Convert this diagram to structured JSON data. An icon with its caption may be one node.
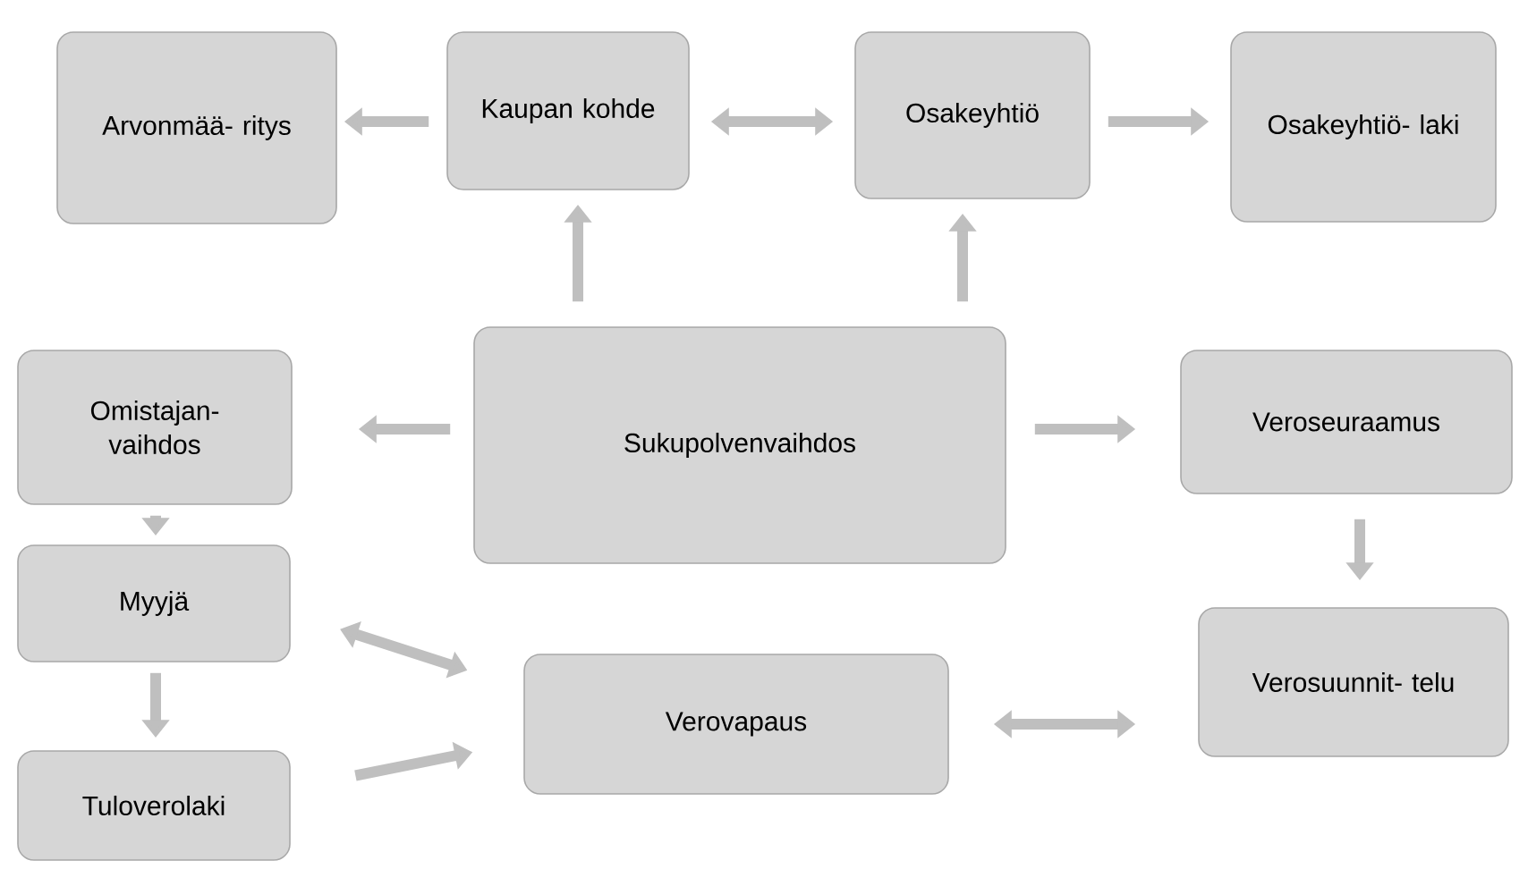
{
  "diagram": {
    "nodes": [
      {
        "text": [
          "Arvonmää- ritys"
        ]
      },
      {
        "text": [
          "Kaupan kohde"
        ]
      },
      {
        "text": [
          "Osakeyhtiö"
        ]
      },
      {
        "text": [
          "Osakeyhtiö- laki"
        ]
      },
      {
        "text": [
          "Omistajan- vaihdos"
        ]
      },
      {
        "text": [
          "Sukupolvenvaihdos"
        ]
      },
      {
        "text": [
          "Veroseuraamus"
        ]
      },
      {
        "text": [
          "Myyjä"
        ]
      },
      {
        "text": [
          "Verovapaus"
        ]
      },
      {
        "text": [
          "Verosuunnit- telu"
        ]
      },
      {
        "text": [
          "Tuloverolaki"
        ]
      }
    ],
    "edges": [
      {
        "from": 1,
        "to": 0,
        "arrow": "to"
      },
      {
        "from": 1,
        "to": 2,
        "arrow": "both"
      },
      {
        "from": 2,
        "to": 3,
        "arrow": "to"
      },
      {
        "from": 5,
        "to": 1,
        "arrow": "to"
      },
      {
        "from": 5,
        "to": 2,
        "arrow": "to"
      },
      {
        "from": 5,
        "to": 4,
        "arrow": "to"
      },
      {
        "from": 5,
        "to": 6,
        "arrow": "to"
      },
      {
        "from": 4,
        "to": 7,
        "arrow": "to"
      },
      {
        "from": 6,
        "to": 9,
        "arrow": "to"
      },
      {
        "from": 7,
        "to": 10,
        "arrow": "to"
      },
      {
        "from": 7,
        "to": 8,
        "arrow": "both"
      },
      {
        "from": 10,
        "to": 8,
        "arrow": "to"
      },
      {
        "from": 8,
        "to": 9,
        "arrow": "both"
      }
    ]
  }
}
